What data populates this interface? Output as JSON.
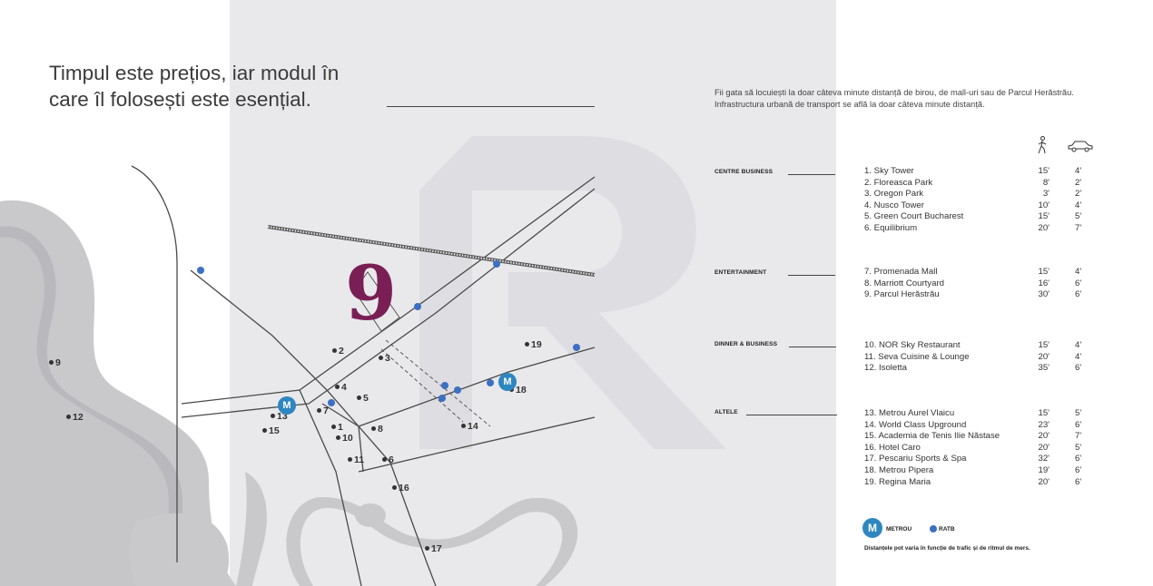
{
  "headline": {
    "line1": "Timpul este prețios, iar modul în",
    "line2": "care îl folosești este esențial."
  },
  "intro": {
    "line1": "Fii gata să locuiești la doar câteva minute distanță de birou, de mall-uri sau de Parcul Herăstrău.",
    "line2": "Infrastructura urbană de transport se află la doar câteva minute distanță."
  },
  "columns": {
    "walk_icon": "walking-person-icon",
    "car_icon": "car-icon"
  },
  "categories": [
    {
      "label": "CENTRE BUSINESS",
      "items": [
        {
          "name": "1. Sky Tower",
          "walk": "15'",
          "car": "4'"
        },
        {
          "name": "2. Floreasca Park",
          "walk": "8'",
          "car": "2'"
        },
        {
          "name": "3. Oregon Park",
          "walk": "3'",
          "car": "2'"
        },
        {
          "name": "4. Nusco Tower",
          "walk": "10'",
          "car": "4'"
        },
        {
          "name": "5. Green Court Bucharest",
          "walk": "15'",
          "car": "5'"
        },
        {
          "name": "6. Equilibrium",
          "walk": "20'",
          "car": "7'"
        }
      ]
    },
    {
      "label": "ENTERTAINMENT",
      "items": [
        {
          "name": "7. Promenada Mall",
          "walk": "15'",
          "car": "4'"
        },
        {
          "name": "8. Marriott Courtyard",
          "walk": "16'",
          "car": "6'"
        },
        {
          "name": "9. Parcul Herăstrău",
          "walk": "30'",
          "car": "6'"
        }
      ]
    },
    {
      "label": "DINNER & BUSINESS",
      "items": [
        {
          "name": "10. NOR Sky Restaurant",
          "walk": "15'",
          "car": "4'"
        },
        {
          "name": "11. Seva Cuisine & Lounge",
          "walk": "20'",
          "car": "4'"
        },
        {
          "name": "12. Isoletta",
          "walk": "35'",
          "car": "6'"
        }
      ]
    },
    {
      "label": "ALTELE",
      "items": [
        {
          "name": "13. Metrou Aurel Vlaicu",
          "walk": "15'",
          "car": "5'"
        },
        {
          "name": "14. World Class Upground",
          "walk": "23'",
          "car": "6'"
        },
        {
          "name": "15. Academia de Tenis Ilie Năstase",
          "walk": "20'",
          "car": "7'"
        },
        {
          "name": "16. Hotel Caro",
          "walk": "20'",
          "car": "5'"
        },
        {
          "name": "17. Pescariu Sports & Spa",
          "walk": "32'",
          "car": "6'"
        },
        {
          "name": "18. Metrou Pipera",
          "walk": "19'",
          "car": "6'"
        },
        {
          "name": "19. Regina Maria",
          "walk": "20'",
          "car": "6'"
        }
      ]
    }
  ],
  "legend": {
    "metro_symbol": "M",
    "metro_label": "METROU",
    "bus_label": "RATB"
  },
  "note": "Distanțele pot varia în funcție de trafic și de ritmul de mers.",
  "map": {
    "pins": [
      "1",
      "2",
      "3",
      "4",
      "5",
      "6",
      "7",
      "8",
      "9",
      "10",
      "11",
      "12",
      "13",
      "14",
      "15",
      "16",
      "17",
      "18",
      "19"
    ],
    "metro_symbol": "M",
    "logo": "9",
    "background_letter": "R",
    "colors": {
      "metro": "#2e86c1",
      "bus": "#3d6fc2",
      "logo": "#7a1f55",
      "water": "#c9c9cc"
    }
  }
}
